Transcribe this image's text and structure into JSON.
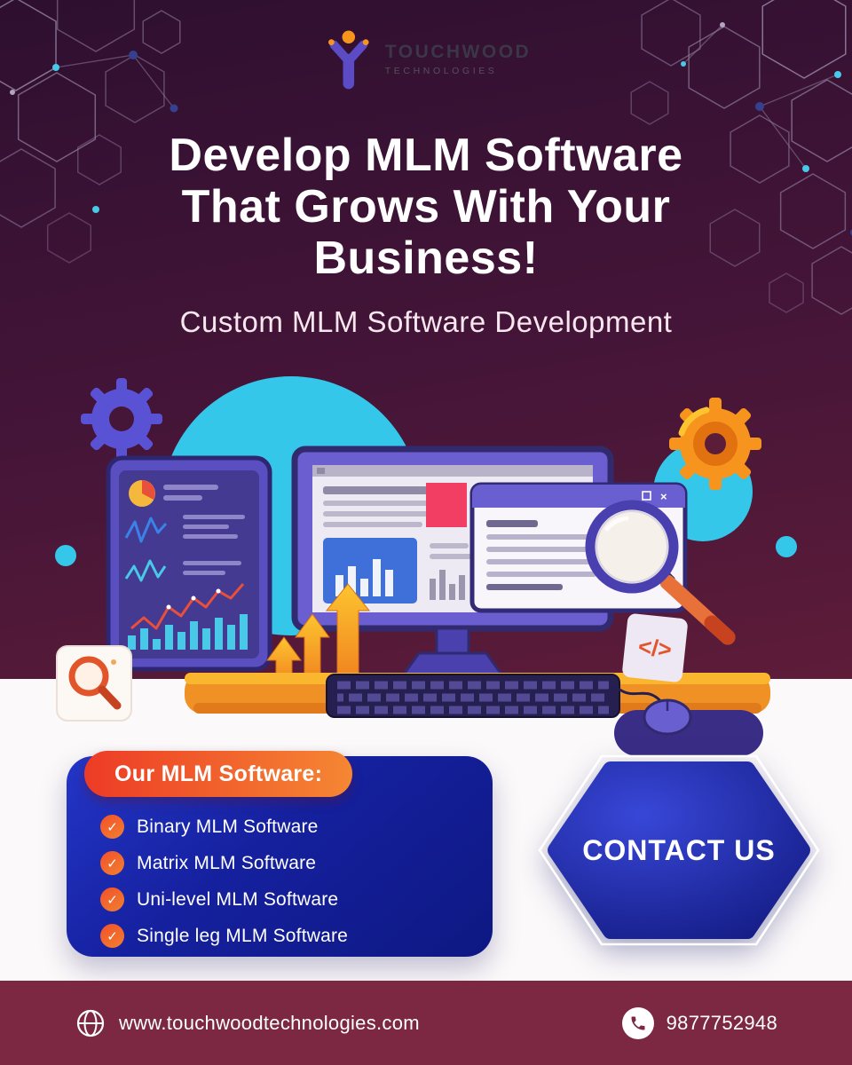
{
  "brand": {
    "name": "TOUCHWOOD",
    "tagline": "TECHNOLOGIES"
  },
  "hero": {
    "headline_line1": "Develop MLM Software",
    "headline_line2": "That Grows With Your",
    "headline_line3": "Business!",
    "subheadline": "Custom MLM Software Development"
  },
  "software_card": {
    "title": "Our MLM Software:",
    "check_symbol": "✓",
    "items": [
      "Binary MLM Software",
      "Matrix MLM Software",
      "Uni-level MLM Software",
      "Single leg MLM Software"
    ]
  },
  "contact": {
    "label": "CONTACT US"
  },
  "footer": {
    "website": "www.touchwoodtechnologies.com",
    "phone": "9877752948"
  },
  "illustration": {
    "browser_close": "×",
    "code_tag": "</>"
  },
  "colors": {
    "accent_orange": "#f58733",
    "accent_red": "#ed3b25",
    "deep_blue": "#15209e",
    "cyan": "#35c7ea",
    "maroon": "#7c2843",
    "purple": "#5a4fc0"
  }
}
